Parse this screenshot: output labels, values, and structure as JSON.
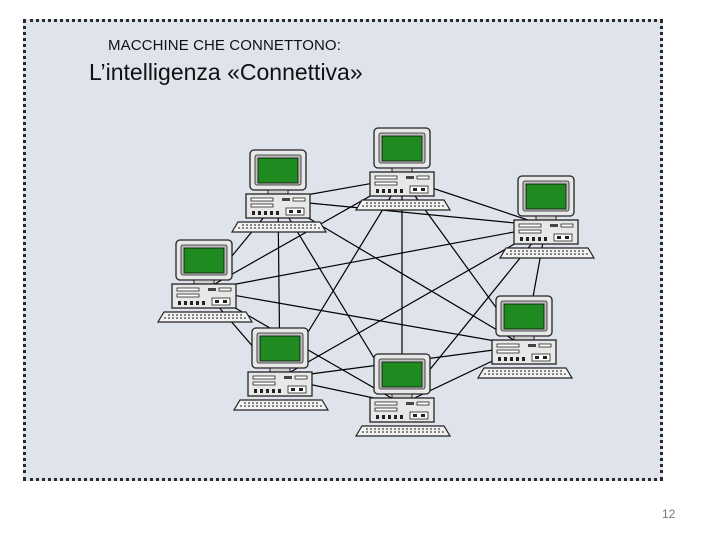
{
  "slide": {
    "subtitle": "MACCHINE CHE CONNETTONO:",
    "title": "L’intelligenza «Connettiva»",
    "page_number": "12"
  },
  "network": {
    "node_count": 7,
    "topology": "fully-connected mesh",
    "screen_color": "#1f8a1f",
    "case_color": "#e8e8e8",
    "line_color": "#000000"
  }
}
